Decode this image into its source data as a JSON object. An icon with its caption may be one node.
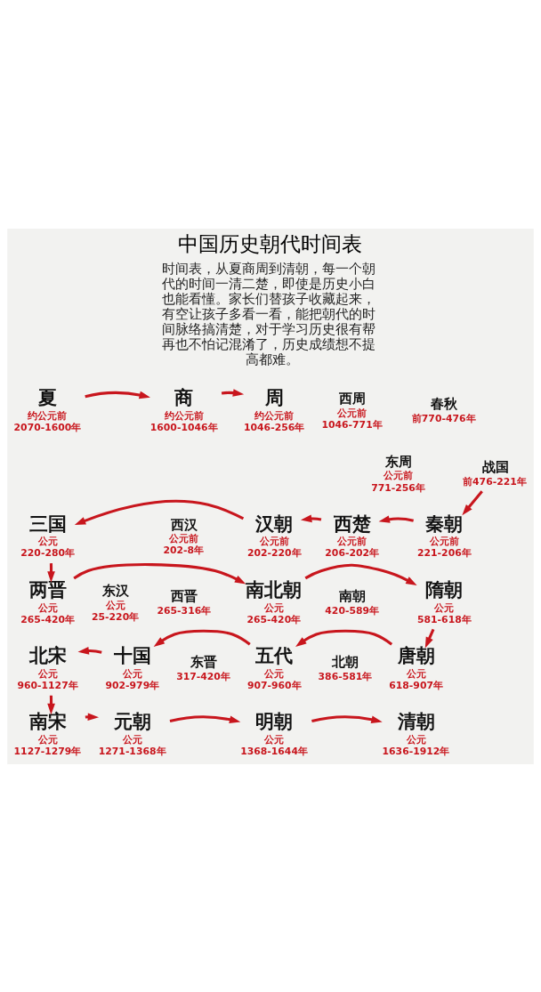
{
  "diagram": {
    "title": "中国历史朝代时间表",
    "nodes": [
      {
        "text": [
          "夏"
        ],
        "beside": [
          "约公元前",
          "2070-1600年"
        ]
      },
      {
        "text": [
          "商"
        ],
        "beside": [
          "约公元前",
          "1600-1046年"
        ]
      },
      {
        "text": [
          "周"
        ],
        "beside": [
          "约公元前",
          "1046-256年"
        ]
      },
      {
        "text": [
          "西周"
        ],
        "beside": [
          "公元前",
          "1046-771年"
        ]
      },
      {
        "text": [
          "东周"
        ],
        "beside": [
          "公元前",
          "771-256年"
        ]
      },
      {
        "text": [
          "春秋"
        ],
        "beside": [
          "前770-476年"
        ]
      },
      {
        "text": [
          "战国"
        ],
        "beside": [
          "前476-221年"
        ]
      },
      {
        "text": [
          "三国"
        ],
        "beside": [
          "公元",
          "220-280年"
        ]
      },
      {
        "text": [
          "西汉"
        ],
        "beside": [
          "公元前",
          "202-8年"
        ]
      },
      {
        "text": [
          "东汉"
        ],
        "beside": [
          "公元",
          "25-220年"
        ]
      },
      {
        "text": [
          "汉朝"
        ],
        "beside": [
          "公元前",
          "202-220年"
        ]
      },
      {
        "text": [
          "西楚"
        ],
        "beside": [
          "公元前",
          "206-202年"
        ]
      },
      {
        "text": [
          "秦朝"
        ],
        "beside": [
          "公元前",
          "221-206年"
        ]
      },
      {
        "text": [
          "两晋"
        ],
        "beside": [
          "公元",
          "265-420年"
        ]
      },
      {
        "text": [
          "西晋"
        ],
        "beside": [
          "265-316年"
        ]
      },
      {
        "text": [
          "东晋"
        ],
        "beside": [
          "317-420年"
        ]
      },
      {
        "text": [
          "南北朝"
        ],
        "beside": [
          "公元",
          "265-420年"
        ]
      },
      {
        "text": [
          "南朝"
        ],
        "beside": [
          "420-589年"
        ]
      },
      {
        "text": [
          "北朝"
        ],
        "beside": [
          "386-581年"
        ]
      },
      {
        "text": [
          "隋朝"
        ],
        "beside": [
          "公元",
          "581-618年"
        ]
      },
      {
        "text": [
          "北宋"
        ],
        "beside": [
          "公元",
          "960-1127年"
        ]
      },
      {
        "text": [
          "十国"
        ],
        "beside": [
          "公元",
          "902-979年"
        ]
      },
      {
        "text": [
          "五代"
        ],
        "beside": [
          "公元",
          "907-960年"
        ]
      },
      {
        "text": [
          "唐朝"
        ],
        "beside": [
          "公元",
          "618-907年"
        ]
      },
      {
        "text": [
          "南宋"
        ],
        "beside": [
          "公元",
          "1127-1279年"
        ]
      },
      {
        "text": [
          "元朝"
        ],
        "beside": [
          "公元",
          "1271-1368年"
        ]
      },
      {
        "text": [
          "明朝"
        ],
        "beside": [
          "公元",
          "1368-1644年"
        ]
      },
      {
        "text": [
          "清朝"
        ],
        "beside": [
          "公元",
          "1636-1912年"
        ]
      }
    ],
    "edges": [
      {
        "from": 0,
        "to": 1,
        "arrow": "to"
      },
      {
        "from": 1,
        "to": 2,
        "arrow": "to"
      },
      {
        "from": 6,
        "to": 12,
        "arrow": "to"
      },
      {
        "from": 12,
        "to": 11,
        "arrow": "to"
      },
      {
        "from": 11,
        "to": 10,
        "arrow": "to"
      },
      {
        "from": 10,
        "to": 7,
        "arrow": "to"
      },
      {
        "from": 7,
        "to": 13,
        "arrow": "to"
      },
      {
        "from": 13,
        "to": 16,
        "arrow": "to"
      },
      {
        "from": 16,
        "to": 19,
        "arrow": "to"
      },
      {
        "from": 19,
        "to": 23,
        "arrow": "to"
      },
      {
        "from": 23,
        "to": 22,
        "arrow": "to"
      },
      {
        "from": 22,
        "to": 21,
        "arrow": "to"
      },
      {
        "from": 21,
        "to": 20,
        "arrow": "to"
      },
      {
        "from": 20,
        "to": 24,
        "arrow": "to"
      },
      {
        "from": 24,
        "to": 25,
        "arrow": "to"
      },
      {
        "from": 25,
        "to": 26,
        "arrow": "to"
      },
      {
        "from": 26,
        "to": 27,
        "arrow": "to"
      }
    ],
    "labels": [
      "时间表，从夏商周到清朝，每一个朝代的时间一清二楚，即使是历史小白也能看懂。家长们替孩子收藏起来，有空让孩子多看一看，能把朝代的时间脉络搞清楚，对于学习历史很有帮再也不怕记混淆了，历史成绩想不提高都难。"
    ]
  }
}
